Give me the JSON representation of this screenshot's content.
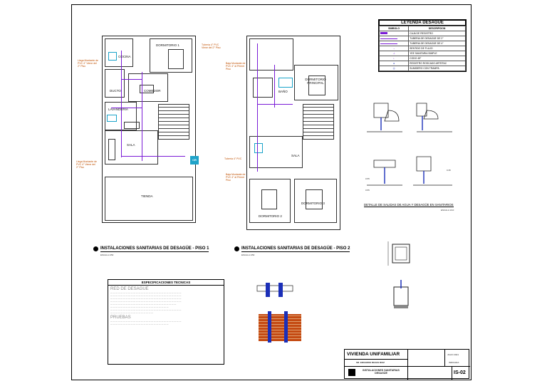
{
  "colors": {
    "pipe": "#7a1bd6",
    "water_box": "#19a3c9",
    "note": "#c05000",
    "accent_box": "#1fa3c9"
  },
  "floor1": {
    "rooms": {
      "cocina": "COCINA",
      "dormitorio1": "DORMITORIO 1",
      "ducto": "DUCTO",
      "comedor": "COMEDOR",
      "lavanderia": "LAVANDERIA",
      "sala": "SALA",
      "tienda": "TIENDA"
    },
    "note_left_top": "Llega Montante de PVC 4\" Viene del 2° Piso",
    "note_right_top": "Tubería 4\" PVC Viene del 2° Piso",
    "note_left_bottom": "Llega Montante de PVC 4\" Viene del 2° Piso",
    "cr_label": "CR",
    "title": "INSTALACIONES SANITARIAS DE DESAGÜE - PISO 1",
    "title_num": "1",
    "scale": "ESCALA 1/50"
  },
  "floor2": {
    "rooms": {
      "dormitorio_principal": "DORMITORIO PRINCIPAL",
      "sala": "SALA",
      "dormitorio2": "DORMITORIO 2",
      "dormitorio3": "DORMITORIO 3",
      "bano": "BAÑO"
    },
    "note_left_top": "Baja Montante de PVC 4\" al Primer Piso",
    "note_left_mid": "Tubería 4\" PVC",
    "note_left_bottom": "Baja Montante de PVC 4\" al Primer Piso",
    "title": "INSTALACIONES SANITARIAS DE DESAGÜE - PISO 2",
    "title_num": "2",
    "scale": "ESCALA 1/50"
  },
  "legend": {
    "title": "LEYENDA DESAGUE",
    "col_symbol": "SIMBOLO",
    "col_desc": "DESCRIPCION",
    "rows": [
      "CAJA DE REGISTRO",
      "TUBERIA DE DESAGÜE DE 2\"",
      "TUBERIA DE DESAGÜE DE 4\"",
      "SENTIDO DE FLUJO",
      "YEE SANITARIA SIMPLE",
      "CODO 45°",
      "REGISTRO ROSCADO ARTEFAC",
      "SUMIDERO CON TRAMPA"
    ]
  },
  "detail": {
    "caption": "DETALLE DE SALIDAS DE AGUA Y DESAGÜE EN SANITARIOS",
    "scale": "ESCALA 1/10",
    "dims": [
      "0.55",
      "0.55",
      "0.35"
    ]
  },
  "specs": {
    "title": "ESPECIFICACIONES TECNICAS",
    "sec1": "RED DE DESAGUE",
    "sec2": "PRUEBAS"
  },
  "title_block": {
    "project": "VIVIENDA UNIFAMILIAR",
    "owner": "SR. EDUARDO ROJAS RUIZ",
    "sheet_title": "INSTALACIONES SANITARIAS DESAGÜE",
    "date": "JULIO 2021",
    "scale": "INDICADA",
    "sheet": "IS-02"
  }
}
